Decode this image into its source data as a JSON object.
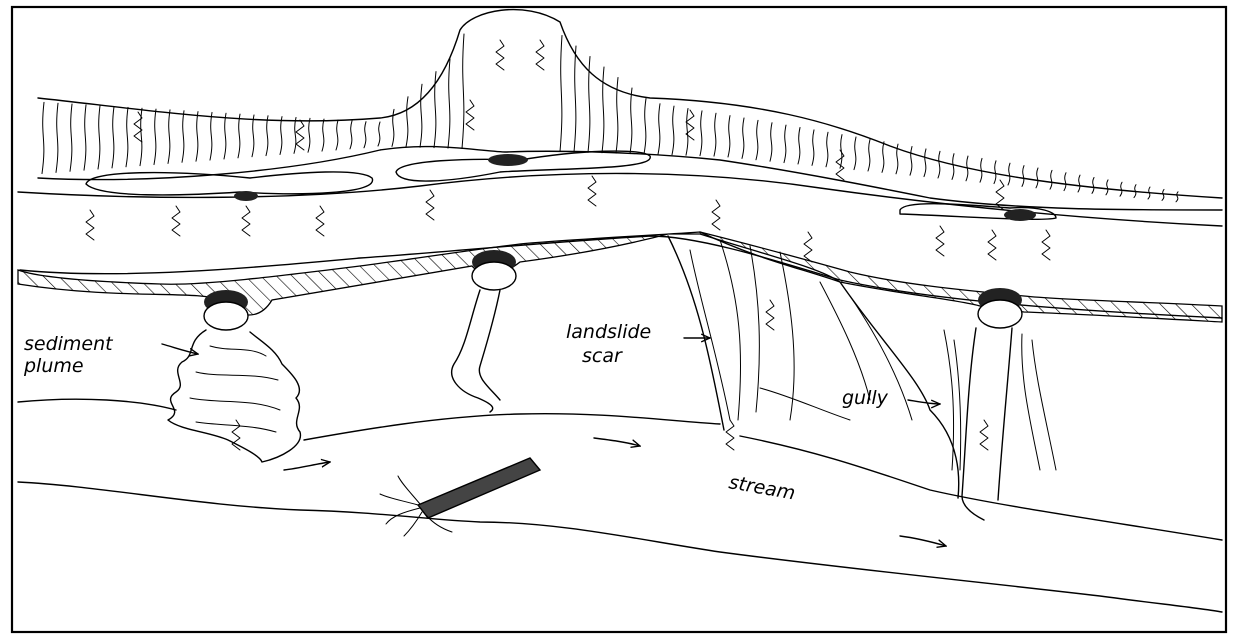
{
  "labels": {
    "sediment_line1": "sediment",
    "sediment_line2": "plume",
    "landslide_line1": "landslide",
    "landslide_line2": "scar",
    "gully": "gully",
    "stream": "stream"
  },
  "colors": {
    "ink": "#000000",
    "background": "#ffffff",
    "culvert": "#222222"
  },
  "icons": [
    "culvert-pipe-icon",
    "log-icon",
    "flow-arrow-icon",
    "runoff-squiggle-icon"
  ]
}
